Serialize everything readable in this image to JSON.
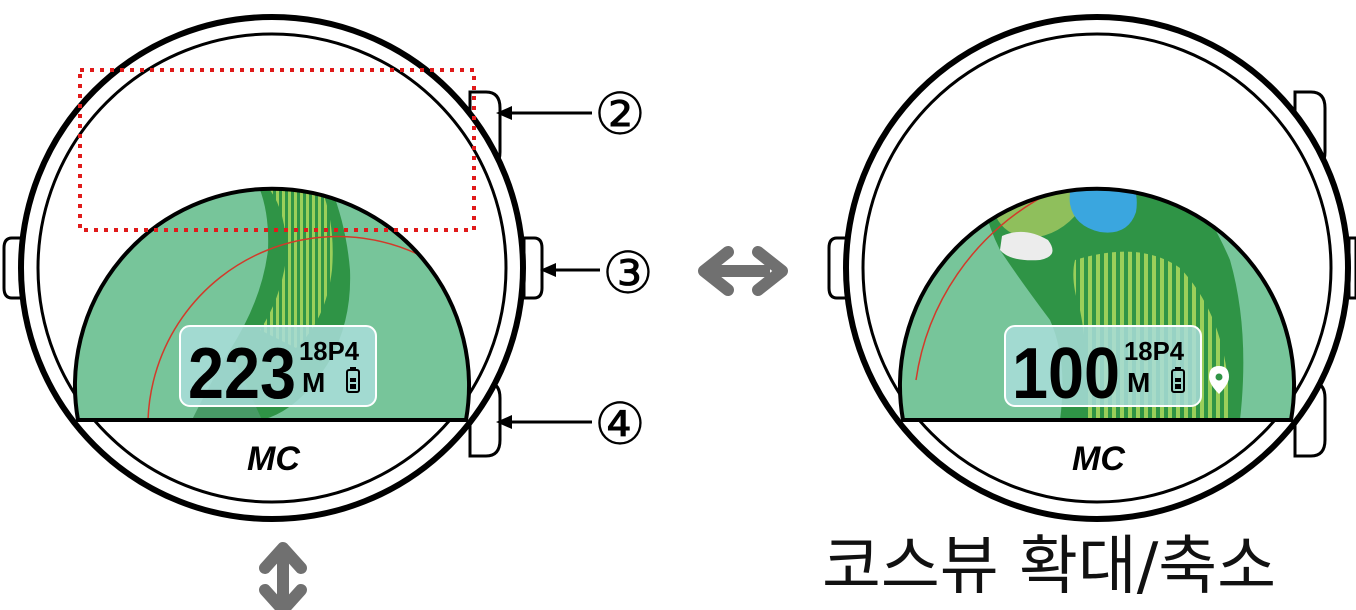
{
  "watch_left": {
    "distance": "223",
    "unit": "M",
    "hole_info": "18P4",
    "brand": "MC"
  },
  "watch_right": {
    "distance": "100",
    "unit": "M",
    "hole_info": "18P4",
    "brand": "MC"
  },
  "callouts": {
    "button_2": "②",
    "button_3": "③",
    "button_4": "④"
  },
  "caption": "코스뷰 확대/축소",
  "colors": {
    "rough": "#77c59a",
    "fairway_dark": "#2f9446",
    "fairway_stripe": "#9bcf5a",
    "green": "#8fbf5c",
    "water": "#3aa6df",
    "bunker": "#ececec",
    "zoom_frame": "#e01b1b",
    "range_arc": "#d23a2a",
    "info_box": "#a9ddda",
    "arrow": "#707070"
  },
  "icons": [
    "flag-icon",
    "pin-marker-icon",
    "battery-icon",
    "double-arrow-horizontal-icon",
    "double-arrow-vertical-icon"
  ]
}
